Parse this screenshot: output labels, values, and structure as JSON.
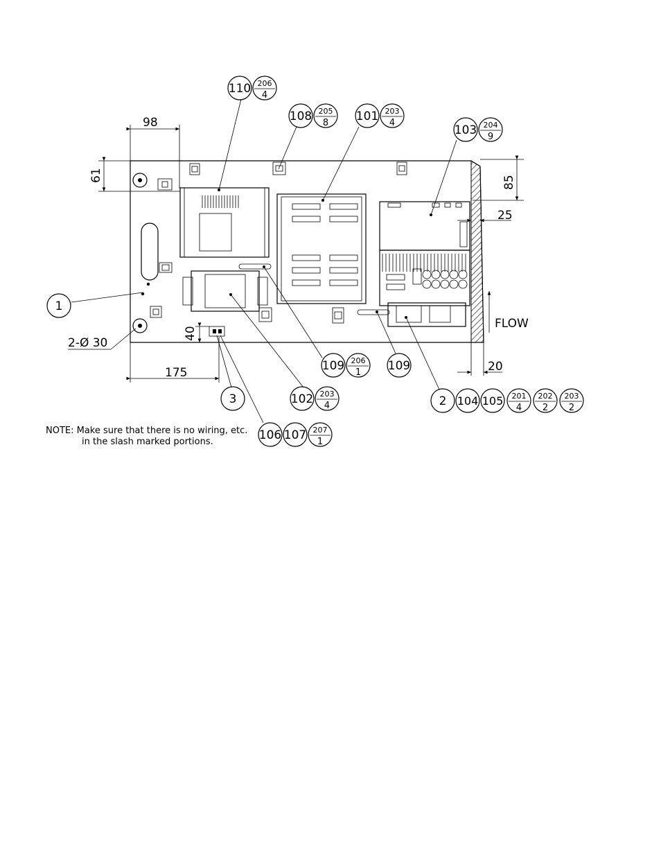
{
  "dimensions": {
    "top_width": "98",
    "top_offset": "61",
    "right_top": "85",
    "right_gap": "25",
    "bottom_width": "175",
    "bottom_height": "40",
    "bottom_right": "20",
    "holes": "2-Ø 30"
  },
  "flow_label": "FLOW",
  "callouts": {
    "c110": {
      "num": "110",
      "top": "206",
      "bottom": "4"
    },
    "c108": {
      "num": "108",
      "top": "205",
      "bottom": "8"
    },
    "c101": {
      "num": "101",
      "top": "203",
      "bottom": "4"
    },
    "c103": {
      "num": "103",
      "top": "204",
      "bottom": "9"
    },
    "c1": {
      "num": "1"
    },
    "c109a": {
      "num": "109",
      "top": "206",
      "bottom": "1"
    },
    "c109b": {
      "num": "109"
    },
    "c3": {
      "num": "3"
    },
    "c102": {
      "num": "102",
      "top": "203",
      "bottom": "4"
    },
    "c106": {
      "num": "106",
      "num2": "107",
      "top": "207",
      "bottom": "1"
    },
    "c2": {
      "num": "2",
      "num2": "104",
      "num3": "105",
      "f1top": "201",
      "f1bottom": "4",
      "f2top": "202",
      "f2bottom": "2",
      "f3top": "203",
      "f3bottom": "2"
    }
  },
  "note": {
    "line1": "NOTE: Make sure that there is no wiring, etc.",
    "line2": "in the slash marked portions."
  }
}
